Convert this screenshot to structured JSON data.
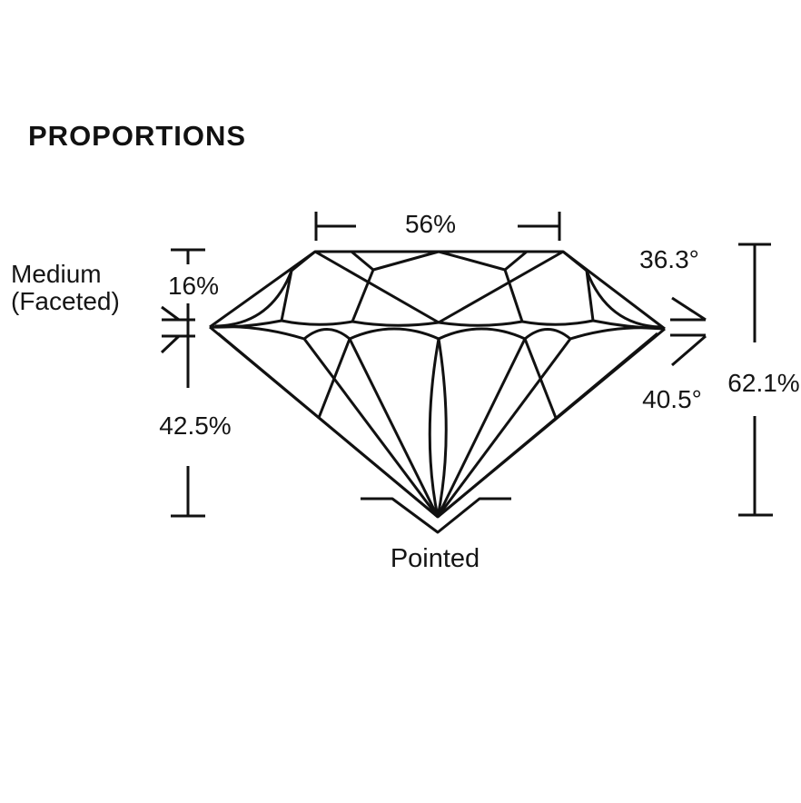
{
  "page": {
    "title": "PROPORTIONS",
    "background_color": "#ffffff",
    "line_color": "#111111",
    "text_color": "#151515"
  },
  "diagram": {
    "type": "diamond-proportions-profile",
    "girdle": {
      "label_line1": "Medium",
      "label_line2": "(Faceted)"
    },
    "culet": {
      "label": "Pointed"
    },
    "measurements": {
      "table_size": "56%",
      "crown_height": "16%",
      "pavilion_depth": "42.5%",
      "total_depth": "62.1%",
      "crown_angle": "36.3°",
      "pavilion_angle": "40.5°"
    }
  }
}
